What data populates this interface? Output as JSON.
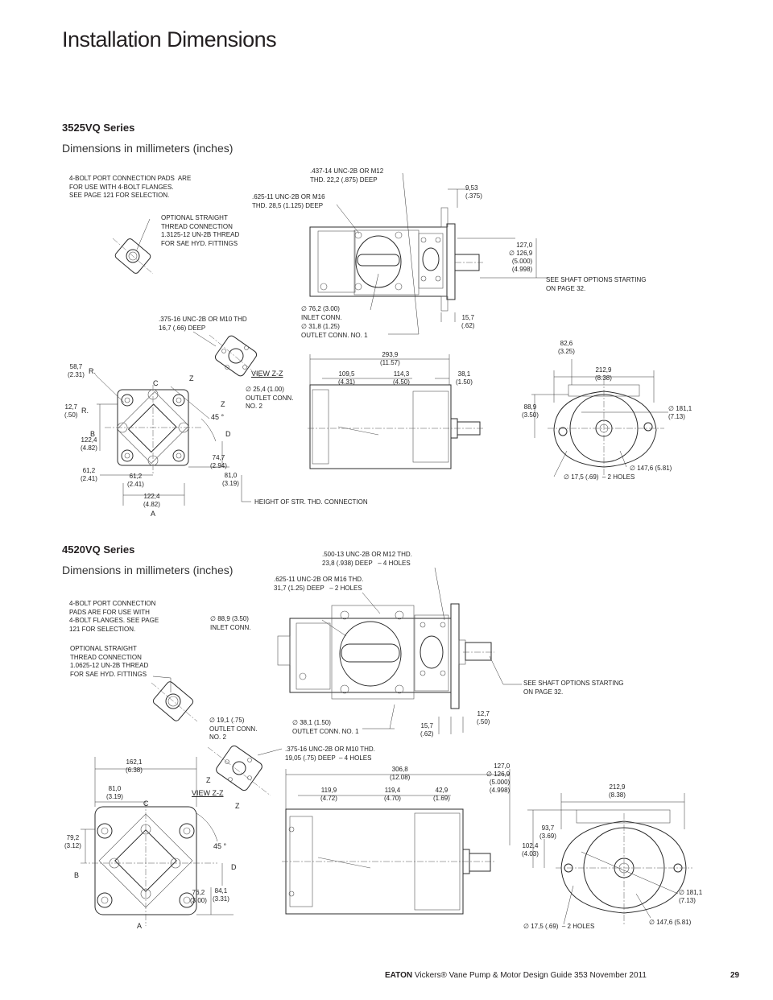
{
  "page_title": "Installation Dimensions",
  "section1": {
    "series": "3525VQ Series",
    "units": "Dimensions in millimeters (inches)",
    "notes": {
      "ports": "4-BOLT PORT CONNECTION PADS  ARE\nFOR USE WITH 4-BOLT FLANGES.\nSEE PAGE 121 FOR SELECTION.",
      "optional": "OPTIONAL STRAIGHT\nTHREAD CONNECTION\n1.3125-12 UN-2B THREAD\nFOR SAE HYD. FITTINGS",
      "thread_437": ".437-14 UNC-2B OR M12\nTHD. 22,2 (.875) DEEP",
      "thread_625": ".625-11 UNC-2B OR M16\nTHD. 28,5 (1.125) DEEP",
      "dim_953": "9,53\n(.375)",
      "dim_127": "127,0\n∅ 126,9\n(5.000)\n(4.998)",
      "shaft": "SEE SHAFT OPTIONS STARTING\nON PAGE 32.",
      "inlet": "∅ 76,2 (3.00)\nINLET CONN.",
      "outlet1": "∅ 31,8 (1.25)\nOUTLET CONN. NO. 1",
      "dim_157": "15,7\n(.62)",
      "thread_375": ".375-16 UNC-2B OR M10 THD\n16,7 (.66) DEEP",
      "view": "VIEW Z-Z",
      "outlet2": "∅ 25,4 (1.00)\nOUTLET CONN.\nNO. 2",
      "dim_587": "58,7\n(2.31)",
      "r1": "R.",
      "dim_127b": "12,7\n(.50)",
      "r2": "R.",
      "dim_1224v": "122,4\n(4.82)",
      "dim_612l": "61,2\n(2.41)",
      "dim_612b": "61,2\n(2.41)",
      "dim_1224h": "122,4\n(4.82)",
      "dim_747": "74,7\n(2.94)",
      "dim_810": "81,0\n(3.19)",
      "height": "HEIGHT OF STR. THD. CONNECTION",
      "angle": "45 °",
      "dim_2939": "293,9\n(11.57)",
      "dim_1095": "109,5\n(4.31)",
      "dim_1143": "114,3\n(4.50)",
      "dim_381": "38,1\n(1.50)",
      "dim_826": "82,6\n(3.25)",
      "dim_2129": "212,9\n(8.38)",
      "dim_889": "88,9\n(3.50)",
      "dim_1811": "∅ 181,1\n(7.13)",
      "dim_1476": "∅ 147,6 (5.81)",
      "holes": "∅ 17,5 (.69)  – 2 HOLES",
      "lbl_c": "C",
      "lbl_z1": "Z",
      "lbl_z2": "Z",
      "lbl_b": "B",
      "lbl_d": "D",
      "lbl_a": "A"
    }
  },
  "section2": {
    "series": "4520VQ Series",
    "units": "Dimensions in millimeters (inches)",
    "notes": {
      "thread_500": ".500-13 UNC-2B OR M12 THD.\n23,8 (.938) DEEP   – 4 HOLES",
      "thread_625": ".625-11 UNC-2B OR M16 THD.\n31,7 (1.25) DEEP   – 2 HOLES",
      "ports": "4-BOLT PORT CONNECTION\nPADS ARE FOR USE WITH\n4-BOLT FLANGES. SEE PAGE\n121 FOR SELECTION.",
      "inlet": "∅ 88,9 (3.50)\nINLET CONN.",
      "optional": "OPTIONAL STRAIGHT\nTHREAD CONNECTION\n1.0625-12 UN-2B THREAD\nFOR SAE HYD. FITTINGS",
      "shaft": "SEE SHAFT OPTIONS STARTING\nON PAGE 32.",
      "dim_127a": "12,7\n(.50)",
      "outlet2": "∅ 19,1 (.75)\nOUTLET CONN.\nNO. 2",
      "outlet1": "∅ 38,1 (1.50)\nOUTLET CONN. NO. 1",
      "dim_157": "15,7\n(.62)",
      "thread_375": ".375-16 UNC-2B OR M10 THD.\n19,05 (.75) DEEP  – 4 HOLES",
      "dim_1621": "162,1\n(6.38)",
      "dim_810": "81,0\n(3.19)",
      "view": "VIEW Z-Z",
      "dim_3068": "306,8\n(12.08)",
      "dim_1199": "119,9\n(4.72)",
      "dim_1194": "119,4\n(4.70)",
      "dim_429": "42,9\n(1.69)",
      "dim_1270": "127,0\n∅ 126,9\n(5.000)\n(4.998)",
      "dim_2129": "212,9\n(8.38)",
      "dim_792": "79,2\n(3.12)",
      "angle": "45 °",
      "dim_937": "93,7\n(3.69)",
      "dim_1024": "102,4\n(4.03)",
      "dim_762": "76,2\n(3.00)",
      "dim_841": "84,1\n(3.31)",
      "dim_1811": "∅ 181,1\n(7.13)",
      "holes": "∅ 17,5 (.69)  – 2 HOLES",
      "dim_1476": "∅ 147,6 (5.81)",
      "lbl_z1": "Z",
      "lbl_z2": "Z",
      "lbl_c": "C",
      "lbl_b": "B",
      "lbl_d": "D",
      "lbl_a": "A"
    }
  },
  "footer": {
    "brand": "EATON",
    "text": "Vickers® Vane Pump & Motor Design Guide  353  November 2011",
    "page": "29"
  }
}
